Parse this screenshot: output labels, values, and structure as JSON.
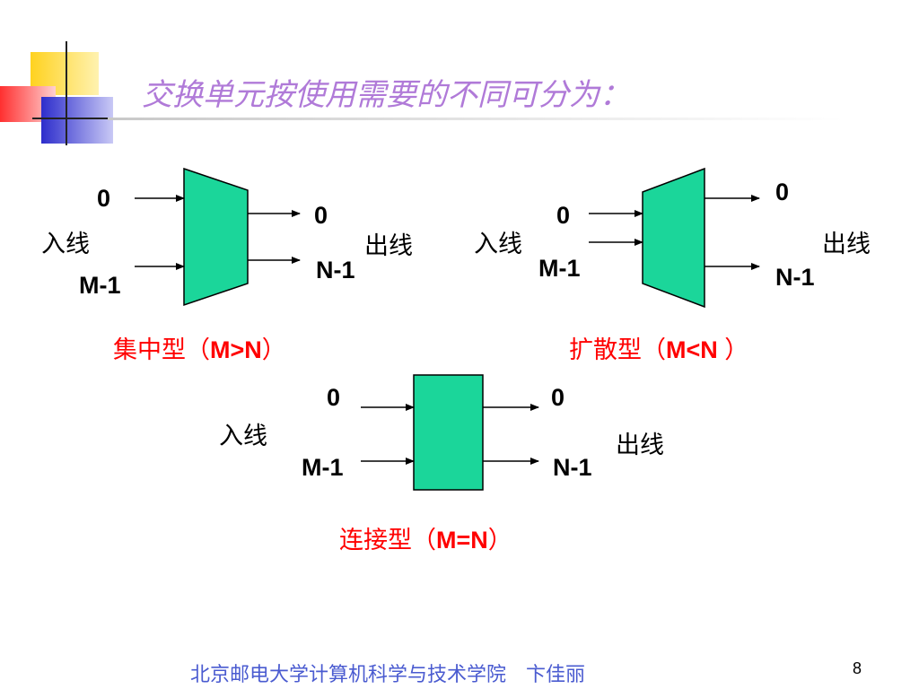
{
  "slide": {
    "title": "交换单元按使用需要的不同可分为：",
    "footer": "北京邮电大学计算机科学与技术学院　卞佳丽",
    "page_number": "8"
  },
  "colors": {
    "unit_fill": "#1bd69a",
    "title_color": "#b07ad8",
    "caption_color": "#ff0000",
    "footer_color": "#4a5bd0"
  },
  "units": {
    "concentrator": {
      "in_top": "0",
      "in_bottom": "M-1",
      "in_label": "入线",
      "out_top": "0",
      "out_bottom": "N-1",
      "out_label": "出线",
      "caption_cn": "集中型（",
      "caption_cond": "M>N",
      "caption_end": "）"
    },
    "expander": {
      "in_top": "0",
      "in_bottom": "M-1",
      "in_label": "入线",
      "out_top": "0",
      "out_bottom": "N-1",
      "out_label": "出线",
      "caption_cn": "扩散型（",
      "caption_cond": "M<N ",
      "caption_end": "）"
    },
    "connector": {
      "in_top": "0",
      "in_bottom": "M-1",
      "in_label": "入线",
      "out_top": "0",
      "out_bottom": "N-1",
      "out_label": "出线",
      "caption_cn": "连接型（",
      "caption_cond": "M=N",
      "caption_end": "）"
    }
  }
}
